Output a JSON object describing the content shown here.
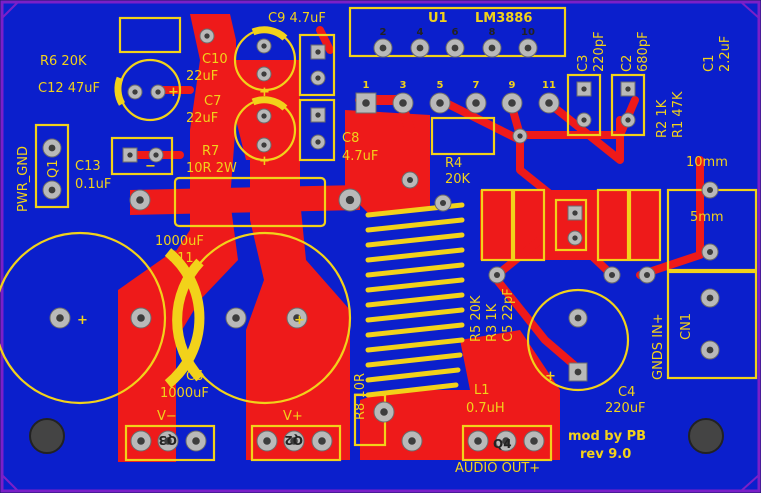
{
  "board": {
    "colors": {
      "background": "#1a1a6a",
      "board": "#0b1fcc",
      "outline": "#7b1fc8",
      "copper": "#ee1a1a",
      "silk": "#f2d21a",
      "pad": "#b9b9b9"
    },
    "ic_label": "U1",
    "ic_part": "LM3886",
    "ic_pins_top": [
      "2",
      "4",
      "6",
      "8",
      "10"
    ],
    "ic_pins_bottom": [
      "1",
      "3",
      "5",
      "7",
      "9",
      "11"
    ],
    "components": {
      "r6": "R6 20K",
      "c12": "C12 47uF",
      "c9": "C9 4.7uF",
      "c10": "C10",
      "c10_val": "22uF",
      "c7": "C7",
      "c7_val": "22uF",
      "c8": "C8",
      "c8_val": "4.7uF",
      "r7": "R7",
      "r7_val": "10R 2W",
      "c13": "C13",
      "c13_val": "0.1uF",
      "pwr_gnd": "PWR_GND",
      "q1": "Q1",
      "c11_val": "1000uF",
      "c11": "C11",
      "c6": "C6",
      "c6_val": "1000uF",
      "r4": "R4",
      "r4_val": "20K",
      "c3": "C3",
      "c3_val": "220pF",
      "c2": "C2",
      "c2_val": "680pF",
      "c1": "C1",
      "c1_val": "2.2uF",
      "r2": "R2 1K",
      "r1": "R1 47K",
      "dim_10mm": "10mm",
      "dim_5mm": "5mm",
      "c5": "C5 22pF",
      "r3": "R3 1K",
      "r5": "R5 20K",
      "c4": "C4",
      "c4_val": "220uF",
      "gnds_in": "GNDS IN+",
      "cn1": "CN1",
      "r8": "R8 10R",
      "l1": "L1",
      "l1_val": "0.7uH",
      "q4": "Q4",
      "audio_out": "AUDIO OUT+",
      "q3": "Q3",
      "q2": "Q2",
      "v_minus": "V−",
      "v_plus": "V+",
      "mod_by": "mod by PB",
      "rev": "rev 9.0"
    },
    "polarity": {
      "plus": "+",
      "minus": "−"
    }
  }
}
